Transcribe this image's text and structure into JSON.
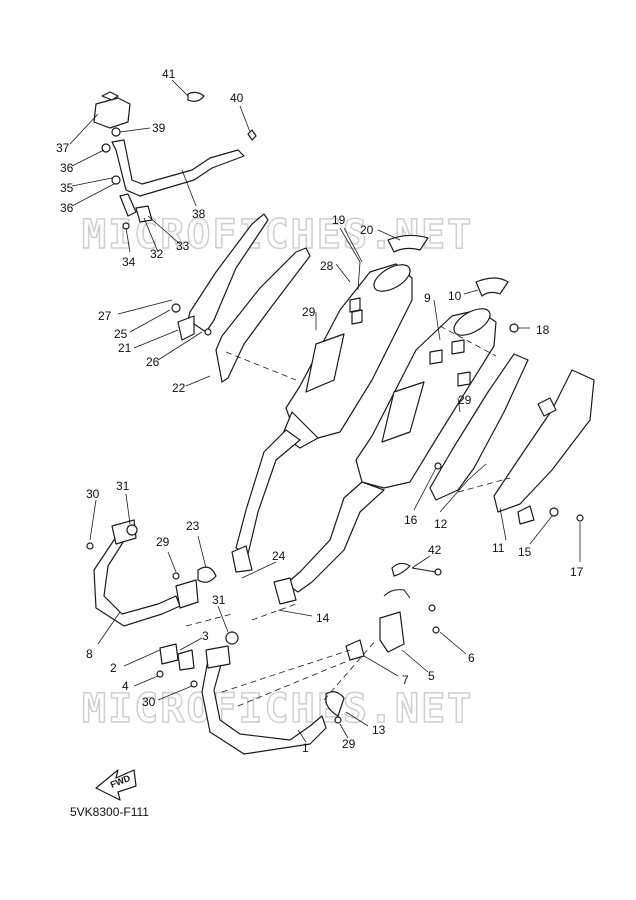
{
  "diagram": {
    "watermark": "MICROFICHES.NET",
    "drawing_code": "5VK8300-F111",
    "fwd_label": "FWD",
    "callouts": [
      "1",
      "2",
      "3",
      "4",
      "5",
      "6",
      "7",
      "8",
      "9",
      "10",
      "11",
      "12",
      "13",
      "14",
      "15",
      "16",
      "17",
      "18",
      "19",
      "20",
      "21",
      "22",
      "23",
      "24",
      "25",
      "26",
      "27",
      "28",
      "29",
      "29",
      "29",
      "29",
      "30",
      "30",
      "31",
      "31",
      "32",
      "33",
      "34",
      "35",
      "36",
      "36",
      "37",
      "38",
      "39",
      "40",
      "41",
      "42"
    ]
  }
}
